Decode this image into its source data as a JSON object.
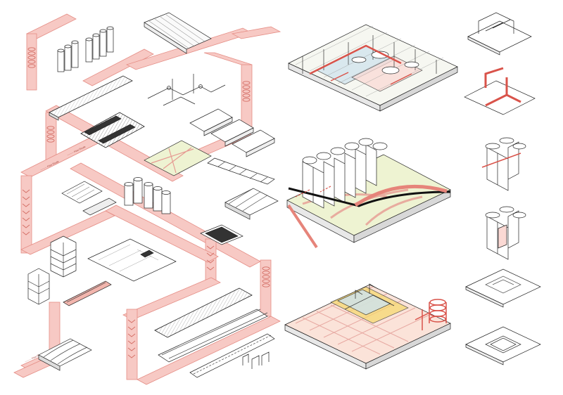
{
  "palette": {
    "ribbon_fill": "#f7c9c4",
    "ribbon_stroke": "#e58e86",
    "ribbon_dark": "#e6847a",
    "line": "#222222",
    "light_line": "#777777",
    "ground_green": "#eef3d2",
    "ground_pink": "#fbd9d4",
    "ground_blue": "#cde3ee",
    "accent_red": "#d9534a",
    "accent_yellow": "#f6d86b"
  },
  "annotations": {
    "ribbon_note_1": "──── Flow Route",
    "ribbon_note_2": "──── Flow Route",
    "ribbon_note_3": "──── Flow Route"
  },
  "icons": [
    "silo-icon",
    "conveyor-icon",
    "spiral-chute-icon",
    "hangar-icon",
    "pipe-icon",
    "terrain-block-icon"
  ]
}
